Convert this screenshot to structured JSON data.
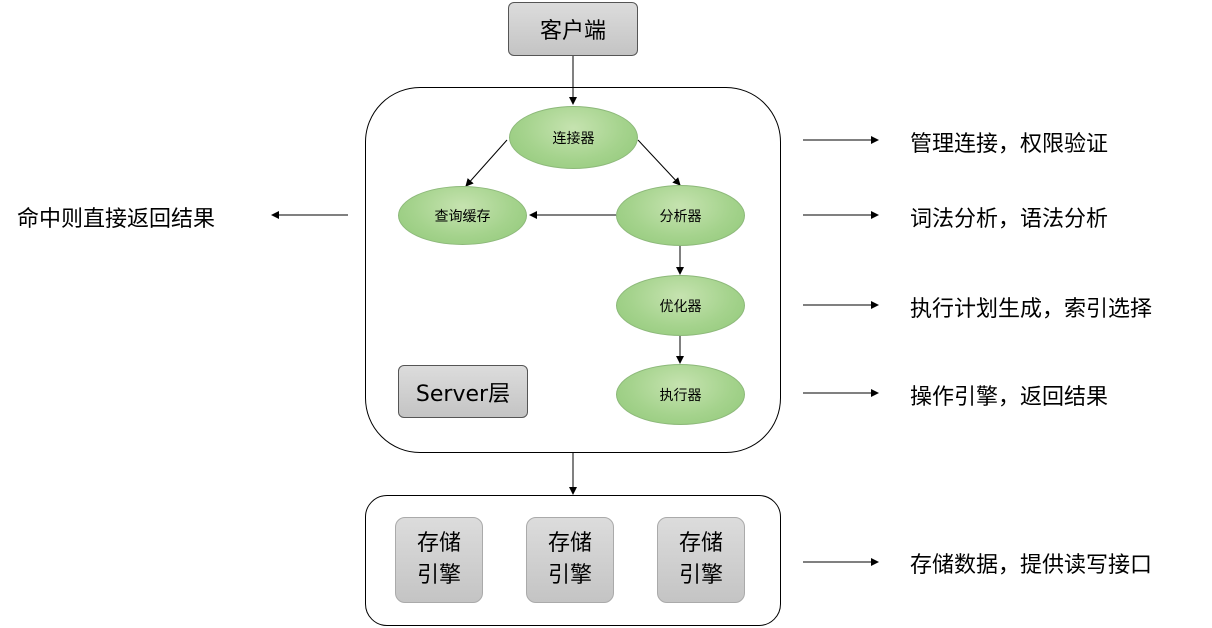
{
  "client": "客户端",
  "server_layer": "Server层",
  "components": {
    "connector": "连接器",
    "query_cache": "查询缓存",
    "analyzer": "分析器",
    "optimizer": "优化器",
    "executor": "执行器"
  },
  "storage_engine_line1": "存储",
  "storage_engine_line2": "引擎",
  "notes": {
    "cache_hit": "命中则直接返回结果",
    "connector": "管理连接，权限验证",
    "analyzer": "词法分析，语法分析",
    "optimizer": "执行计划生成，索引选择",
    "executor": "操作引擎，返回结果",
    "storage": "存储数据，提供读写接口"
  }
}
